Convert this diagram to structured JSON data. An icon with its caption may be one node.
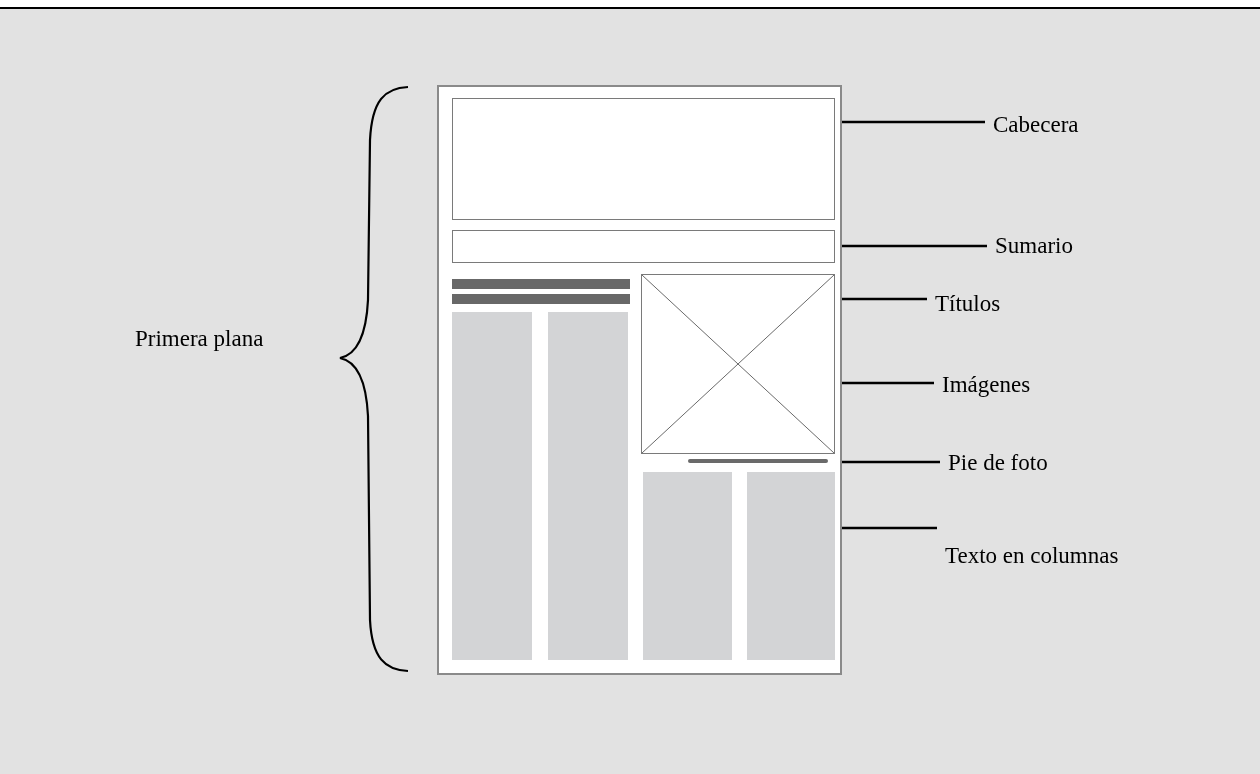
{
  "diagram": {
    "nodes": [
      {
        "text": [],
        "shape": "box"
      },
      {
        "text": [],
        "shape": "box",
        "in": 0
      },
      {
        "text": [],
        "shape": "box",
        "in": 0
      },
      {
        "text": [],
        "shape": "bar",
        "in": 0
      },
      {
        "text": [],
        "shape": "bar",
        "in": 0
      },
      {
        "text": [],
        "shape": "picture",
        "in": 0
      },
      {
        "text": [],
        "shape": "bar",
        "in": 0
      },
      {
        "text": [],
        "shape": "bar",
        "in": 0
      },
      {
        "text": [],
        "shape": "bar",
        "in": 0
      },
      {
        "text": [],
        "shape": "bar",
        "in": 0
      },
      {
        "text": [],
        "shape": "bar",
        "in": 0
      },
      {
        "text": [
          "Cabecera"
        ]
      },
      {
        "text": [
          "Sumario"
        ]
      },
      {
        "text": [
          "Títulos"
        ]
      },
      {
        "text": [
          "Imágenes"
        ]
      },
      {
        "text": [
          "Pie de foto"
        ]
      },
      {
        "text": [
          "Texto en columnas"
        ]
      }
    ],
    "edges": [
      {
        "from": 11,
        "to": 1,
        "arrow": "none"
      },
      {
        "from": 12,
        "to": 2,
        "arrow": "none"
      },
      {
        "from": 13,
        "to": 4,
        "arrow": "none"
      },
      {
        "from": 14,
        "to": 5,
        "arrow": "none"
      },
      {
        "from": 15,
        "to": 6,
        "arrow": "none"
      },
      {
        "from": 16,
        "to": 10,
        "arrow": "none"
      }
    ],
    "labels": [
      "Primera plana"
    ]
  }
}
